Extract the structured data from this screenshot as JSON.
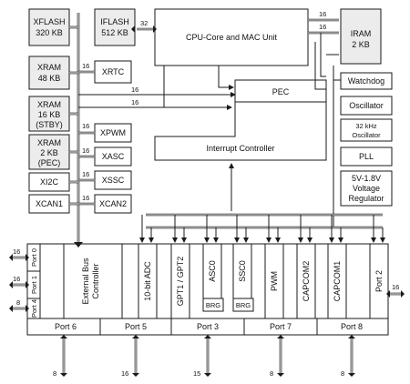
{
  "memories": {
    "xflash": [
      "XFLASH",
      "320 KB"
    ],
    "iflash": [
      "IFLASH",
      "512 KB"
    ],
    "xram48": [
      "XRAM",
      "48 KB"
    ],
    "xram16": [
      "XRAM",
      "16 KB",
      "(STBY)"
    ],
    "xram2": [
      "XRAM",
      "2 KB",
      "(PEC)"
    ],
    "iram": [
      "IRAM",
      "2 KB"
    ]
  },
  "core": {
    "cpu": "CPU-Core and MAC Unit",
    "pec": "PEC",
    "interrupt": "Interrupt Controller"
  },
  "left_modules": {
    "xrtc": "XRTC",
    "xpwm": "XPWM",
    "xasc": "XASC",
    "xssc": "XSSC",
    "xi2c": "XI2C",
    "xcan1": "XCAN1",
    "xcan2": "XCAN2"
  },
  "right_modules": {
    "watchdog": "Watchdog",
    "oscillator": "Oscillator",
    "osc32": [
      "32 kHz",
      "Oscillator"
    ],
    "pll": "PLL",
    "regulator": [
      "5V-1.8V",
      "Voltage",
      "Regulator"
    ]
  },
  "peripherals": {
    "ebc": [
      "External Bus",
      "Controller"
    ],
    "adc": "10-bit ADC",
    "gpt": "GPT1 / GPT2",
    "asc0": "ASC0",
    "ssc0": "SSC0",
    "brg": "BRG",
    "pwm": "PWM",
    "capcom2": "CAPCOM2",
    "capcom1": "CAPCOM1"
  },
  "ports": {
    "port0": "Port 0",
    "port1": "Port 1",
    "port4": "Port 4",
    "port2": "Port 2",
    "port6": "Port 6",
    "port5": "Port 5",
    "port3": "Port 3",
    "port7": "Port 7",
    "port8": "Port 8"
  },
  "bus_widths": {
    "w16": "16",
    "w32": "32",
    "w8": "8",
    "w15": "15"
  }
}
